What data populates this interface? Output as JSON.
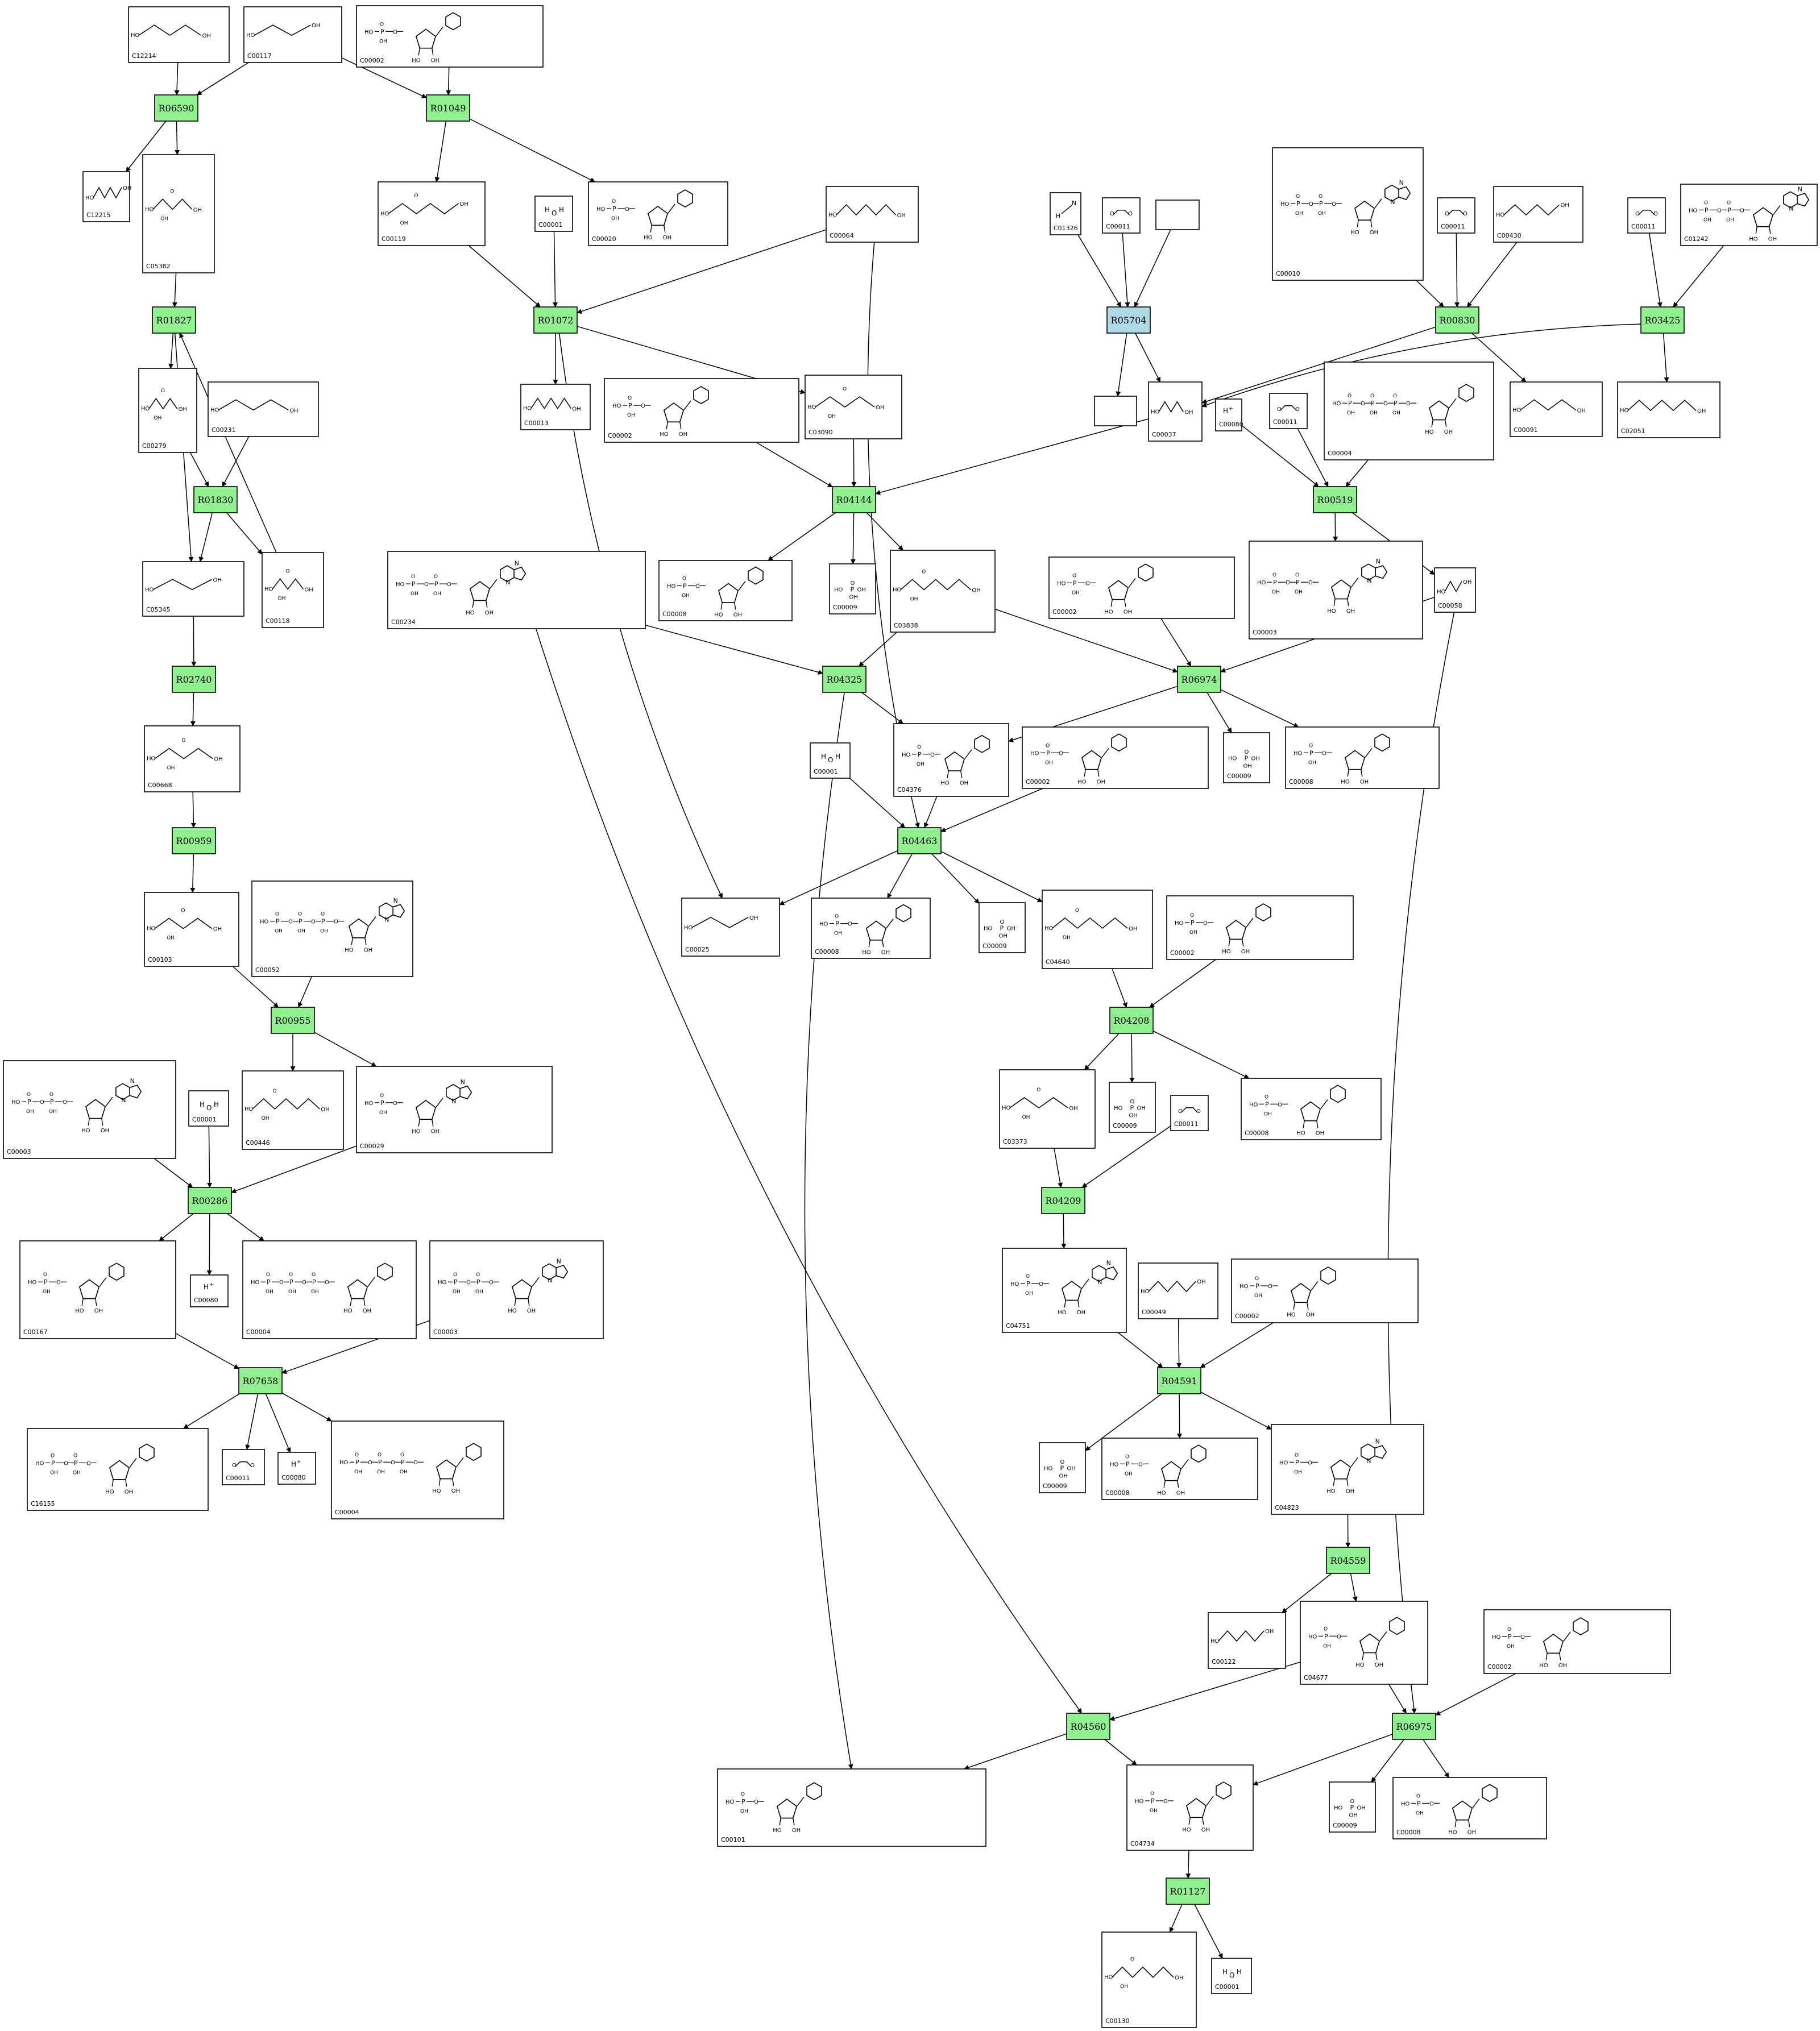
{
  "colors": {
    "reaction_fill": "#90f090",
    "reaction_special_fill": "#add8e6",
    "stroke": "#000000",
    "background": "#ffffff"
  },
  "reactions": [
    {
      "id": "R06590",
      "label": "R06590",
      "variant": "normal"
    },
    {
      "id": "R01049",
      "label": "R01049",
      "variant": "normal"
    },
    {
      "id": "R01827",
      "label": "R01827",
      "variant": "normal"
    },
    {
      "id": "R01072",
      "label": "R01072",
      "variant": "normal"
    },
    {
      "id": "R05704",
      "label": "R05704",
      "variant": "special"
    },
    {
      "id": "R00830",
      "label": "R00830",
      "variant": "normal"
    },
    {
      "id": "R03425",
      "label": "R03425",
      "variant": "normal"
    },
    {
      "id": "R01830",
      "label": "R01830",
      "variant": "normal"
    },
    {
      "id": "R04144",
      "label": "R04144",
      "variant": "normal"
    },
    {
      "id": "R00519",
      "label": "R00519",
      "variant": "normal"
    },
    {
      "id": "R02740",
      "label": "R02740",
      "variant": "normal"
    },
    {
      "id": "R04325",
      "label": "R04325",
      "variant": "normal"
    },
    {
      "id": "R06974",
      "label": "R06974",
      "variant": "normal"
    },
    {
      "id": "R04463",
      "label": "R04463",
      "variant": "normal"
    },
    {
      "id": "R00959",
      "label": "R00959",
      "variant": "normal"
    },
    {
      "id": "R00955",
      "label": "R00955",
      "variant": "normal"
    },
    {
      "id": "R04208",
      "label": "R04208",
      "variant": "normal"
    },
    {
      "id": "R00286",
      "label": "R00286",
      "variant": "normal"
    },
    {
      "id": "R04209",
      "label": "R04209",
      "variant": "normal"
    },
    {
      "id": "R07658",
      "label": "R07658",
      "variant": "normal"
    },
    {
      "id": "R04591",
      "label": "R04591",
      "variant": "normal"
    },
    {
      "id": "R04559",
      "label": "R04559",
      "variant": "normal"
    },
    {
      "id": "R04560",
      "label": "R04560",
      "variant": "normal"
    },
    {
      "id": "R06975",
      "label": "R06975",
      "variant": "normal"
    },
    {
      "id": "R01127",
      "label": "R01127",
      "variant": "normal"
    }
  ],
  "compounds": [
    {
      "id": "n_C12214",
      "label": "C12214",
      "structure": "C12214"
    },
    {
      "id": "n_C00117",
      "label": "C00117",
      "structure": "C00117"
    },
    {
      "id": "n_C00002_a",
      "label": "C00002",
      "structure": "C00002"
    },
    {
      "id": "n_C12215",
      "label": "C12215",
      "structure": "C12215"
    },
    {
      "id": "n_C05382",
      "label": "C05382",
      "structure": "C05382"
    },
    {
      "id": "n_C00119",
      "label": "C00119",
      "structure": "C00119"
    },
    {
      "id": "n_C00001_a",
      "label": "C00001",
      "structure": "C00001"
    },
    {
      "id": "n_C00020",
      "label": "C00020",
      "structure": "C00020"
    },
    {
      "id": "n_C00064",
      "label": "C00064",
      "structure": "C00064"
    },
    {
      "id": "n_C01326",
      "label": "C01326",
      "structure": "C01326"
    },
    {
      "id": "n_C00011_a",
      "label": "C00011",
      "structure": "C00011"
    },
    {
      "id": "n_blank_a",
      "label": "",
      "structure": ""
    },
    {
      "id": "n_C00010",
      "label": "C00010",
      "structure": "C00010"
    },
    {
      "id": "n_C00011_b",
      "label": "C00011",
      "structure": "C00011"
    },
    {
      "id": "n_C00430",
      "label": "C00430",
      "structure": "C00430"
    },
    {
      "id": "n_C00011_c",
      "label": "C00011",
      "structure": "C00011"
    },
    {
      "id": "n_C01242",
      "label": "C01242",
      "structure": "C01242"
    },
    {
      "id": "n_C00279",
      "label": "C00279",
      "structure": "C00279"
    },
    {
      "id": "n_C00231",
      "label": "C00231",
      "structure": "C00231"
    },
    {
      "id": "n_C00013",
      "label": "C00013",
      "structure": "C00013"
    },
    {
      "id": "n_C00002_b",
      "label": "C00002",
      "structure": "C00002"
    },
    {
      "id": "n_C03090",
      "label": "C03090",
      "structure": "C03090"
    },
    {
      "id": "n_blank_b",
      "label": "",
      "structure": ""
    },
    {
      "id": "n_C00037",
      "label": "C00037",
      "structure": "C00037"
    },
    {
      "id": "n_C00080_a",
      "label": "C00080",
      "structure": "C00080"
    },
    {
      "id": "n_C00011_d",
      "label": "C00011",
      "structure": "C00011"
    },
    {
      "id": "n_C00004_a",
      "label": "C00004",
      "structure": "C00004"
    },
    {
      "id": "n_C00091",
      "label": "C00091",
      "structure": "C00091"
    },
    {
      "id": "n_C02051",
      "label": "C02051",
      "structure": "C02051"
    },
    {
      "id": "n_C05345",
      "label": "C05345",
      "structure": "C05345"
    },
    {
      "id": "n_C00118",
      "label": "C00118",
      "structure": "C00118"
    },
    {
      "id": "n_C00234",
      "label": "C00234",
      "structure": "C00234"
    },
    {
      "id": "n_C00008_a",
      "label": "C00008",
      "structure": "C00008"
    },
    {
      "id": "n_C00009_a",
      "label": "C00009",
      "structure": "C00009"
    },
    {
      "id": "n_C03838",
      "label": "C03838",
      "structure": "C03838"
    },
    {
      "id": "n_C00002_c",
      "label": "C00002",
      "structure": "C00002"
    },
    {
      "id": "n_C00003_a",
      "label": "C00003",
      "structure": "C00003"
    },
    {
      "id": "n_C00058",
      "label": "C00058",
      "structure": "C00058"
    },
    {
      "id": "n_C00668",
      "label": "C00668",
      "structure": "C00668"
    },
    {
      "id": "n_C04376",
      "label": "C04376",
      "structure": "C04376"
    },
    {
      "id": "n_C00002_d",
      "label": "C00002",
      "structure": "C00002"
    },
    {
      "id": "n_C00009_b",
      "label": "C00009",
      "structure": "C00009"
    },
    {
      "id": "n_C00008_b",
      "label": "C00008",
      "structure": "C00008"
    },
    {
      "id": "n_C00001_b",
      "label": "C00001",
      "structure": "C00001"
    },
    {
      "id": "n_C00103",
      "label": "C00103",
      "structure": "C00103"
    },
    {
      "id": "n_C00052",
      "label": "C00052",
      "structure": "C00052"
    },
    {
      "id": "n_C00025",
      "label": "C00025",
      "structure": "C00025"
    },
    {
      "id": "n_C00008_c",
      "label": "C00008",
      "structure": "C00008"
    },
    {
      "id": "n_C00009_c",
      "label": "C00009",
      "structure": "C00009"
    },
    {
      "id": "n_C04640",
      "label": "C04640",
      "structure": "C04640"
    },
    {
      "id": "n_C00002_e",
      "label": "C00002",
      "structure": "C00002"
    },
    {
      "id": "n_C00003_b",
      "label": "C00003",
      "structure": "C00003"
    },
    {
      "id": "n_C00001_c",
      "label": "C00001",
      "structure": "C00001"
    },
    {
      "id": "n_C00446",
      "label": "C00446",
      "structure": "C00446"
    },
    {
      "id": "n_C00029",
      "label": "C00029",
      "structure": "C00029"
    },
    {
      "id": "n_C03373",
      "label": "C03373",
      "structure": "C03373"
    },
    {
      "id": "n_C00009_d",
      "label": "C00009",
      "structure": "C00009"
    },
    {
      "id": "n_C00011_e",
      "label": "C00011",
      "structure": "C00011"
    },
    {
      "id": "n_C00008_d",
      "label": "C00008",
      "structure": "C00008"
    },
    {
      "id": "n_C00167",
      "label": "C00167",
      "structure": "C00167"
    },
    {
      "id": "n_C00080_b",
      "label": "C00080",
      "structure": "C00080"
    },
    {
      "id": "n_C00004_b",
      "label": "C00004",
      "structure": "C00004"
    },
    {
      "id": "n_C00003_c",
      "label": "C00003",
      "structure": "C00003"
    },
    {
      "id": "n_C04751",
      "label": "C04751",
      "structure": "C04751"
    },
    {
      "id": "n_C00049",
      "label": "C00049",
      "structure": "C00049"
    },
    {
      "id": "n_C00002_f",
      "label": "C00002",
      "structure": "C00002"
    },
    {
      "id": "n_C16155",
      "label": "C16155",
      "structure": "C16155"
    },
    {
      "id": "n_C00011_f",
      "label": "C00011",
      "structure": "C00011"
    },
    {
      "id": "n_C00080_c",
      "label": "C00080",
      "structure": "C00080"
    },
    {
      "id": "n_C00004_c",
      "label": "C00004",
      "structure": "C00004"
    },
    {
      "id": "n_C00009_e",
      "label": "C00009",
      "structure": "C00009"
    },
    {
      "id": "n_C00008_e",
      "label": "C00008",
      "structure": "C00008"
    },
    {
      "id": "n_C04823",
      "label": "C04823",
      "structure": "C04823"
    },
    {
      "id": "n_C00122",
      "label": "C00122",
      "structure": "C00122"
    },
    {
      "id": "n_C04677",
      "label": "C04677",
      "structure": "C04677"
    },
    {
      "id": "n_C00002_g",
      "label": "C00002",
      "structure": "C00002"
    },
    {
      "id": "n_C00101",
      "label": "C00101",
      "structure": "C00101"
    },
    {
      "id": "n_C04734",
      "label": "C04734",
      "structure": "C04734"
    },
    {
      "id": "n_C00009_f",
      "label": "C00009",
      "structure": "C00009"
    },
    {
      "id": "n_C00008_f",
      "label": "C00008",
      "structure": "C00008"
    },
    {
      "id": "n_C00130",
      "label": "C00130",
      "structure": "C00130"
    },
    {
      "id": "n_C00001_d",
      "label": "C00001",
      "structure": "C00001"
    }
  ],
  "edges": [
    {
      "from": "n_C12214",
      "to": "R06590"
    },
    {
      "from": "n_C00117",
      "to": "R06590"
    },
    {
      "from": "n_C00117",
      "to": "R01049"
    },
    {
      "from": "n_C00002_a",
      "to": "R01049"
    },
    {
      "from": "R06590",
      "to": "n_C12215"
    },
    {
      "from": "R06590",
      "to": "n_C05382"
    },
    {
      "from": "R01049",
      "to": "n_C00119"
    },
    {
      "from": "R01049",
      "to": "n_C00020"
    },
    {
      "from": "n_C05382",
      "to": "R01827"
    },
    {
      "from": "n_C00118",
      "to": "R01827"
    },
    {
      "from": "R01827",
      "to": "n_C00279"
    },
    {
      "from": "R01827",
      "to": "n_C05345"
    },
    {
      "from": "n_C00279",
      "to": "R01830"
    },
    {
      "from": "n_C00231",
      "to": "R01830"
    },
    {
      "from": "R01830",
      "to": "n_C05345"
    },
    {
      "from": "R01830",
      "to": "n_C00118"
    },
    {
      "from": "n_C05345",
      "to": "R02740"
    },
    {
      "from": "R02740",
      "to": "n_C00668"
    },
    {
      "from": "n_C00668",
      "to": "R00959"
    },
    {
      "from": "R00959",
      "to": "n_C00103"
    },
    {
      "from": "n_C00103",
      "to": "R00955"
    },
    {
      "from": "n_C00052",
      "to": "R00955"
    },
    {
      "from": "R00955",
      "to": "n_C00446"
    },
    {
      "from": "R00955",
      "to": "n_C00029"
    },
    {
      "from": "n_C00003_b",
      "to": "R00286"
    },
    {
      "from": "n_C00001_c",
      "to": "R00286"
    },
    {
      "from": "n_C00029",
      "to": "R00286"
    },
    {
      "from": "R00286",
      "to": "n_C00167"
    },
    {
      "from": "R00286",
      "to": "n_C00080_b"
    },
    {
      "from": "R00286",
      "to": "n_C00004_b"
    },
    {
      "from": "n_C00167",
      "to": "R07658"
    },
    {
      "from": "n_C00003_c",
      "to": "R07658"
    },
    {
      "from": "R07658",
      "to": "n_C16155"
    },
    {
      "from": "R07658",
      "to": "n_C00011_f"
    },
    {
      "from": "R07658",
      "to": "n_C00080_c"
    },
    {
      "from": "R07658",
      "to": "n_C00004_c"
    },
    {
      "from": "n_C00119",
      "to": "R01072"
    },
    {
      "from": "n_C00001_a",
      "to": "R01072"
    },
    {
      "from": "n_C00064",
      "to": "R01072"
    },
    {
      "from": "R01072",
      "to": "n_C00013"
    },
    {
      "from": "R01072",
      "to": "n_C03090"
    },
    {
      "from": "R01072",
      "to": "n_C00025"
    },
    {
      "from": "n_C00064",
      "to": "R04463"
    },
    {
      "from": "n_C00002_b",
      "to": "R04144"
    },
    {
      "from": "n_C03090",
      "to": "R04144"
    },
    {
      "from": "n_C00037",
      "to": "R04144"
    },
    {
      "from": "R04144",
      "to": "n_C00008_a"
    },
    {
      "from": "R04144",
      "to": "n_C00009_a"
    },
    {
      "from": "R04144",
      "to": "n_C03838"
    },
    {
      "from": "n_C00234",
      "to": "R04325"
    },
    {
      "from": "n_C03838",
      "to": "R04325"
    },
    {
      "from": "R04325",
      "to": "n_C04376"
    },
    {
      "from": "R04325",
      "to": "n_C00101"
    },
    {
      "from": "n_C00234",
      "to": "R04560"
    },
    {
      "from": "n_C03838",
      "to": "R06974"
    },
    {
      "from": "n_C00002_c",
      "to": "R06974"
    },
    {
      "from": "n_C00058",
      "to": "R06974"
    },
    {
      "from": "R06974",
      "to": "n_C04376"
    },
    {
      "from": "R06974",
      "to": "n_C00009_b"
    },
    {
      "from": "R06974",
      "to": "n_C00008_b"
    },
    {
      "from": "n_C04376",
      "to": "R04463"
    },
    {
      "from": "n_C00001_b",
      "to": "R04463"
    },
    {
      "from": "n_C00002_d",
      "to": "R04463"
    },
    {
      "from": "R04463",
      "to": "n_C00025"
    },
    {
      "from": "R04463",
      "to": "n_C00008_c"
    },
    {
      "from": "R04463",
      "to": "n_C00009_c"
    },
    {
      "from": "R04463",
      "to": "n_C04640"
    },
    {
      "from": "n_C04640",
      "to": "R04208"
    },
    {
      "from": "n_C00002_e",
      "to": "R04208"
    },
    {
      "from": "R04208",
      "to": "n_C03373"
    },
    {
      "from": "R04208",
      "to": "n_C00009_d"
    },
    {
      "from": "R04208",
      "to": "n_C00008_d"
    },
    {
      "from": "n_C03373",
      "to": "R04209"
    },
    {
      "from": "n_C00011_e",
      "to": "R04209"
    },
    {
      "from": "R04209",
      "to": "n_C04751"
    },
    {
      "from": "n_C04751",
      "to": "R04591"
    },
    {
      "from": "n_C00049",
      "to": "R04591"
    },
    {
      "from": "n_C00002_f",
      "to": "R04591"
    },
    {
      "from": "R04591",
      "to": "n_C00009_e"
    },
    {
      "from": "R04591",
      "to": "n_C00008_e"
    },
    {
      "from": "R04591",
      "to": "n_C04823"
    },
    {
      "from": "n_C04823",
      "to": "R04559"
    },
    {
      "from": "R04559",
      "to": "n_C00122"
    },
    {
      "from": "R04559",
      "to": "n_C04677"
    },
    {
      "from": "n_C04677",
      "to": "R04560"
    },
    {
      "from": "n_C04677",
      "to": "R06975"
    },
    {
      "from": "n_C00002_g",
      "to": "R06975"
    },
    {
      "from": "n_C00058",
      "to": "R06975"
    },
    {
      "from": "R04560",
      "to": "n_C00101"
    },
    {
      "from": "R04560",
      "to": "n_C04734"
    },
    {
      "from": "R06975",
      "to": "n_C04734"
    },
    {
      "from": "R06975",
      "to": "n_C00009_f"
    },
    {
      "from": "R06975",
      "to": "n_C00008_f"
    },
    {
      "from": "n_C04734",
      "to": "R01127"
    },
    {
      "from": "R01127",
      "to": "n_C00130"
    },
    {
      "from": "R01127",
      "to": "n_C00001_d"
    },
    {
      "from": "n_C01326",
      "to": "R05704"
    },
    {
      "from": "n_C00011_a",
      "to": "R05704"
    },
    {
      "from": "n_blank_a",
      "to": "R05704"
    },
    {
      "from": "R05704",
      "to": "n_blank_b"
    },
    {
      "from": "R05704",
      "to": "n_C00037"
    },
    {
      "from": "n_C00010",
      "to": "R00830"
    },
    {
      "from": "n_C00011_b",
      "to": "R00830"
    },
    {
      "from": "n_C00430",
      "to": "R00830"
    },
    {
      "from": "R00830",
      "to": "n_C00037"
    },
    {
      "from": "R00830",
      "to": "n_C00091"
    },
    {
      "from": "n_C00011_c",
      "to": "R03425"
    },
    {
      "from": "n_C01242",
      "to": "R03425"
    },
    {
      "from": "R03425",
      "to": "n_C00037"
    },
    {
      "from": "R03425",
      "to": "n_C02051"
    },
    {
      "from": "n_C00080_a",
      "to": "R00519"
    },
    {
      "from": "n_C00011_d",
      "to": "R00519"
    },
    {
      "from": "n_C00004_a",
      "to": "R00519"
    },
    {
      "from": "R00519",
      "to": "n_C00003_a"
    },
    {
      "from": "R00519",
      "to": "n_C00058"
    }
  ]
}
